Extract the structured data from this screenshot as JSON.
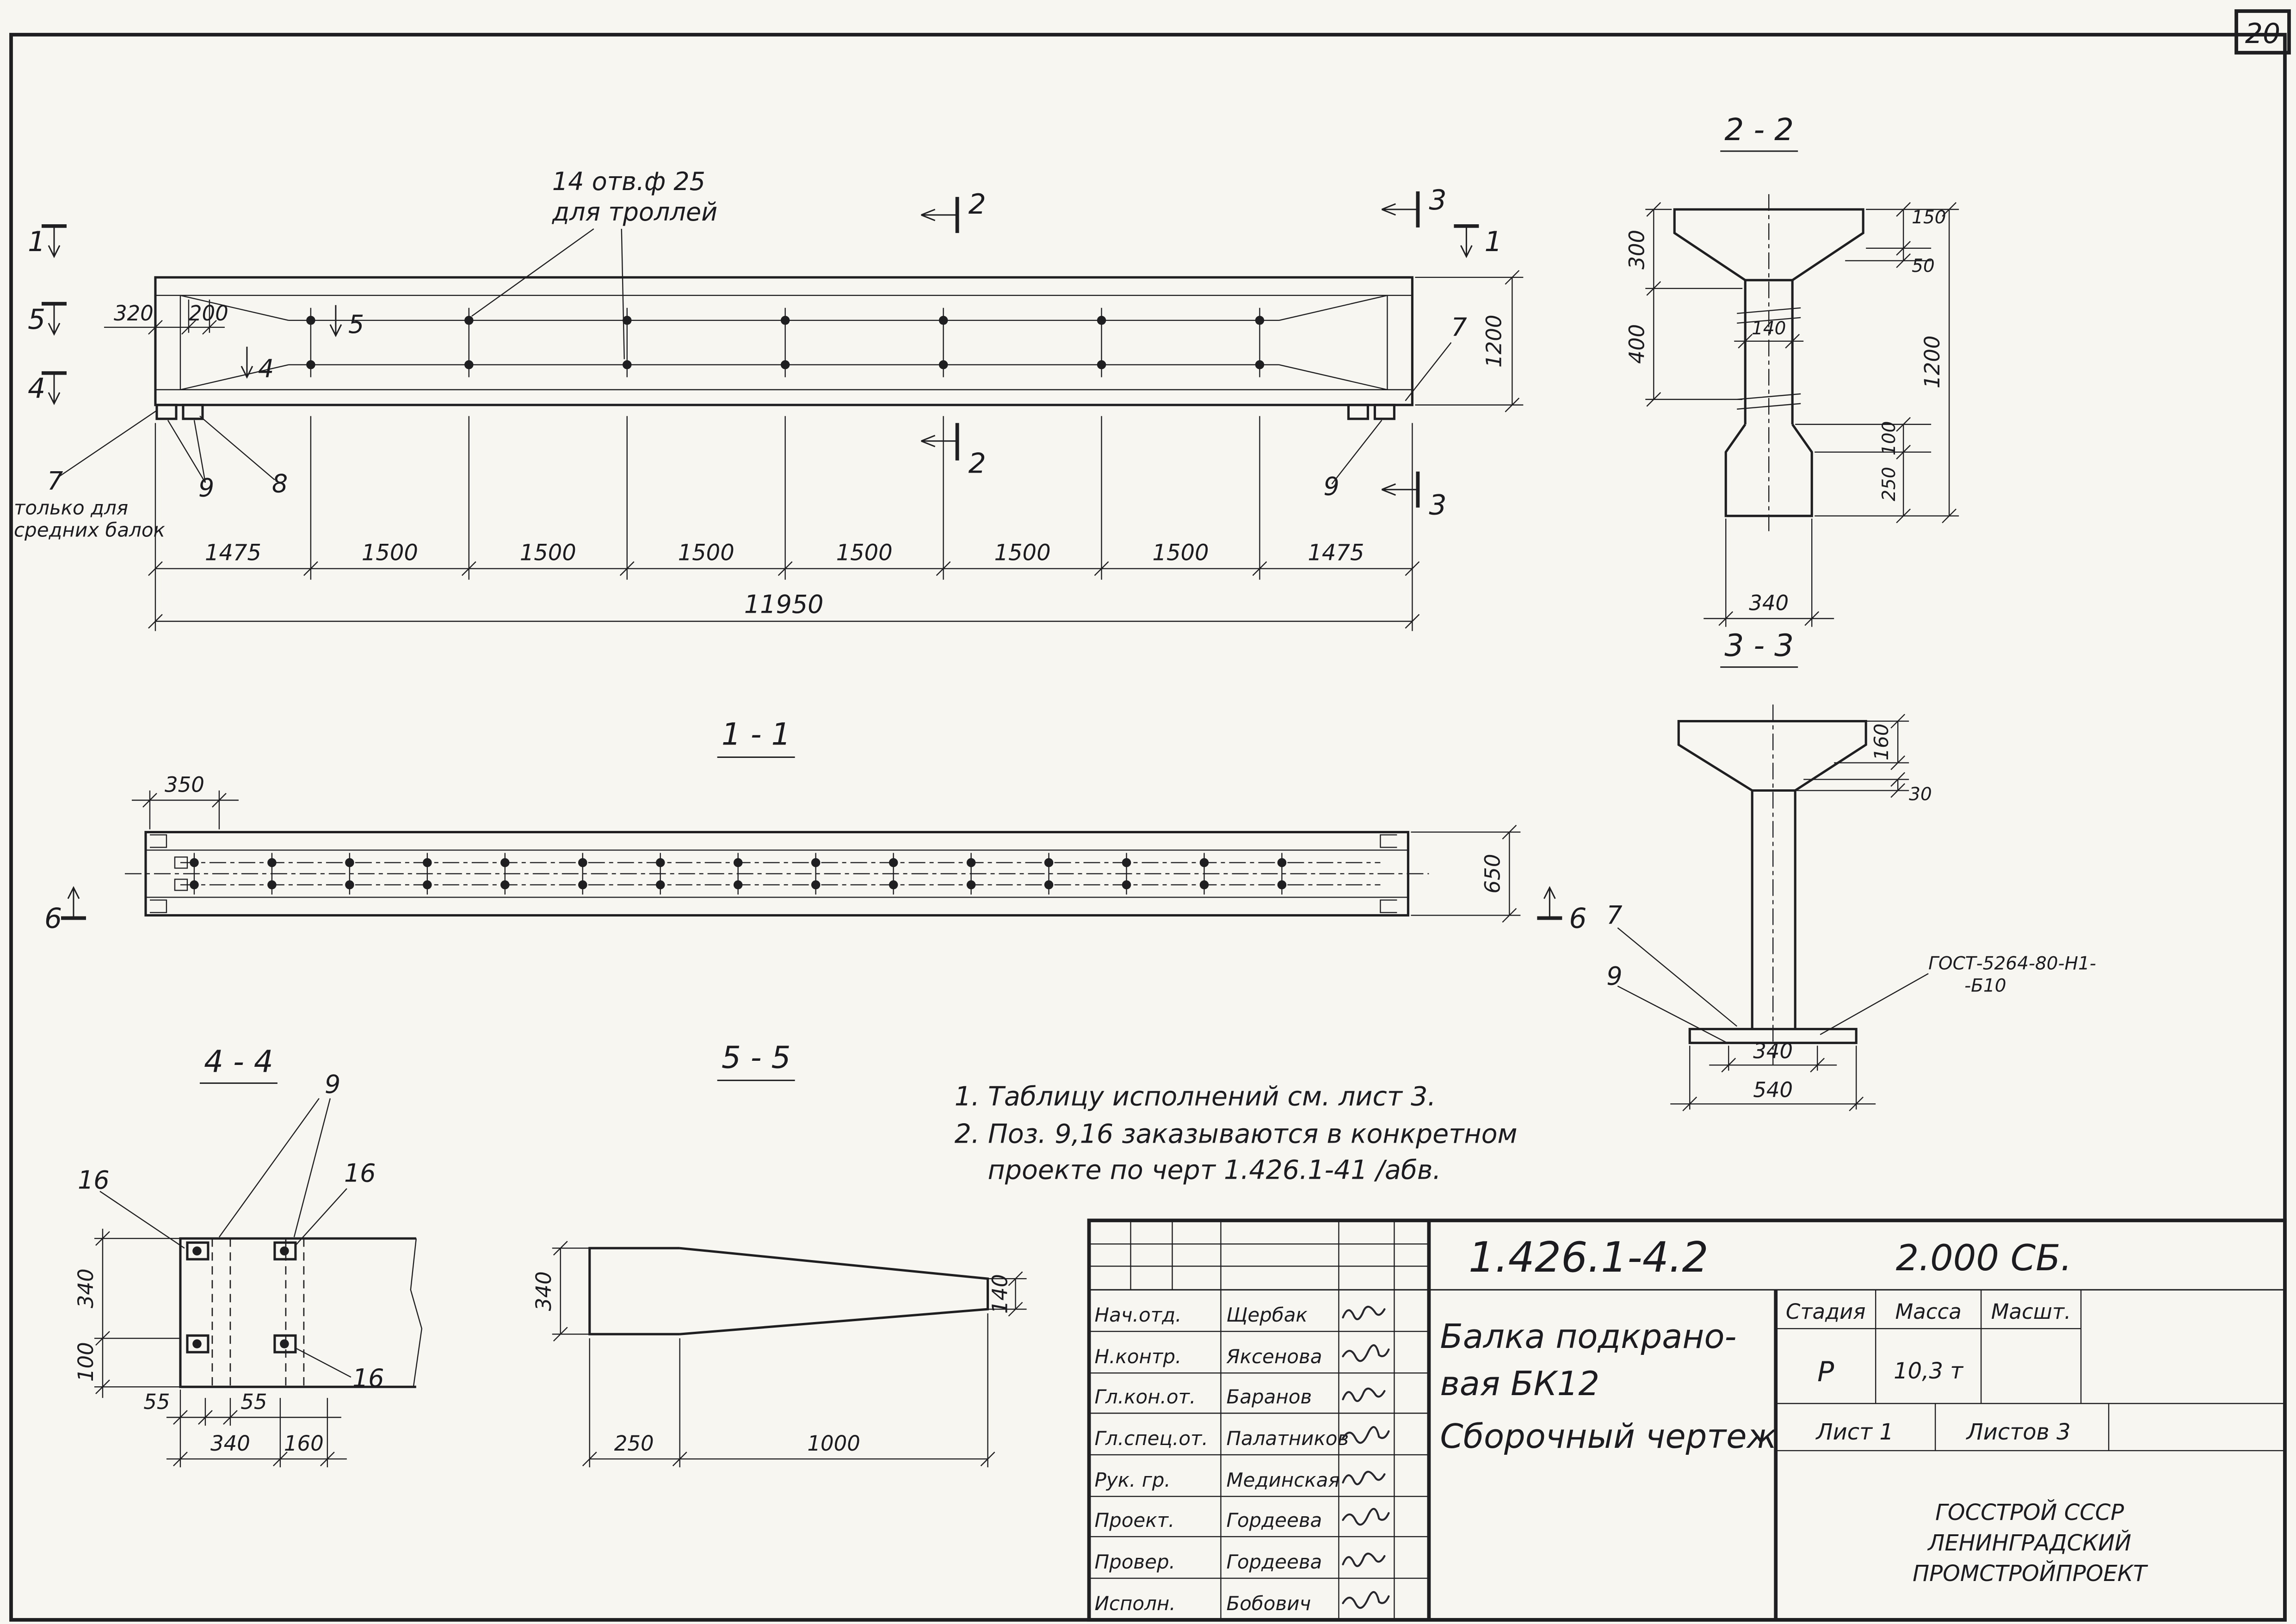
{
  "page_number": "20",
  "elevation": {
    "holes_note1": "14 отв.ф 25",
    "holes_note2": "для троллей",
    "m1": "1",
    "m5": "5",
    "m4": "4",
    "m1r": "1",
    "m2t": "2",
    "m2b": "2",
    "m3t": "3",
    "m3b": "3",
    "m5i": "5",
    "m4i": "4",
    "lbl7": "7",
    "lbl8": "8",
    "lbl9": "9",
    "lbl7r": "7",
    "lbl9r": "9",
    "note1": "только для",
    "note2": "средних балок",
    "d320": "320",
    "d200": "200",
    "d1200": "1200",
    "seg": [
      "1475",
      "1500",
      "1500",
      "1500",
      "1500",
      "1500",
      "1500",
      "1475"
    ],
    "total": "11950"
  },
  "sec22": {
    "title": "2 - 2",
    "d300": "300",
    "d400": "400",
    "d140": "140",
    "d150": "150",
    "d50": "50",
    "d100": "100",
    "d250": "250",
    "d1200": "1200",
    "d340": "340"
  },
  "sec11": {
    "title": "1 - 1",
    "d350": "350",
    "d650": "650",
    "m6l": "6",
    "m6r": "6"
  },
  "sec33": {
    "title": "3 - 3",
    "d160": "160",
    "d30": "30",
    "d340": "340",
    "d540": "540",
    "lbl7": "7",
    "lbl9": "9",
    "gost1": "ГОСТ-5264-80-Н1-",
    "gost2": "-Б10"
  },
  "sec44": {
    "title": "4 - 4",
    "lbl9": "9",
    "lbl16a": "16",
    "lbl16b": "16",
    "lbl16c": "16",
    "d340l": "340",
    "d100": "100",
    "d55a": "55",
    "d55b": "55",
    "d340b": "340",
    "d160": "160"
  },
  "sec55": {
    "title": "5 - 5",
    "d340": "340",
    "d140": "140",
    "d250": "250",
    "d1000": "1000"
  },
  "notes": {
    "line1": "1. Таблицу исполнений  см. лист 3.",
    "line2": "2. Поз. 9,16 заказываются в конкретном",
    "line3": "проекте по черт 1.426.1-41 /абв."
  },
  "stamp": {
    "doc_number": "1.426.1-4.2",
    "doc_series": "2.000 СБ.",
    "rows": [
      {
        "role": "Нач.отд.",
        "name": "Щербак"
      },
      {
        "role": "Н.контр.",
        "name": "Яксенова"
      },
      {
        "role": "Гл.кон.от.",
        "name": "Баранов"
      },
      {
        "role": "Гл.спец.от.",
        "name": "Палатников"
      },
      {
        "role": "Рук. гр.",
        "name": "Мединская"
      },
      {
        "role": "Проект.",
        "name": "Гордеева"
      },
      {
        "role": "Провер.",
        "name": "Гордеева"
      },
      {
        "role": "Исполн.",
        "name": "Бобович"
      }
    ],
    "title_line1": "Балка подкрано-",
    "title_line2": "вая БК12",
    "title_line3": "Сборочный чертеж",
    "h_stage": "Стадия",
    "h_mass": "Масса",
    "h_scale": "Масшт.",
    "v_stage": "Р",
    "v_mass": "10,3 т",
    "sheet": "Лист 1",
    "sheets": "Листов 3",
    "org1": "ГОССТРОЙ СССР",
    "org2": "ЛЕНИНГРАДСКИЙ",
    "org3": "ПРОМСТРОЙПРОЕКТ"
  }
}
